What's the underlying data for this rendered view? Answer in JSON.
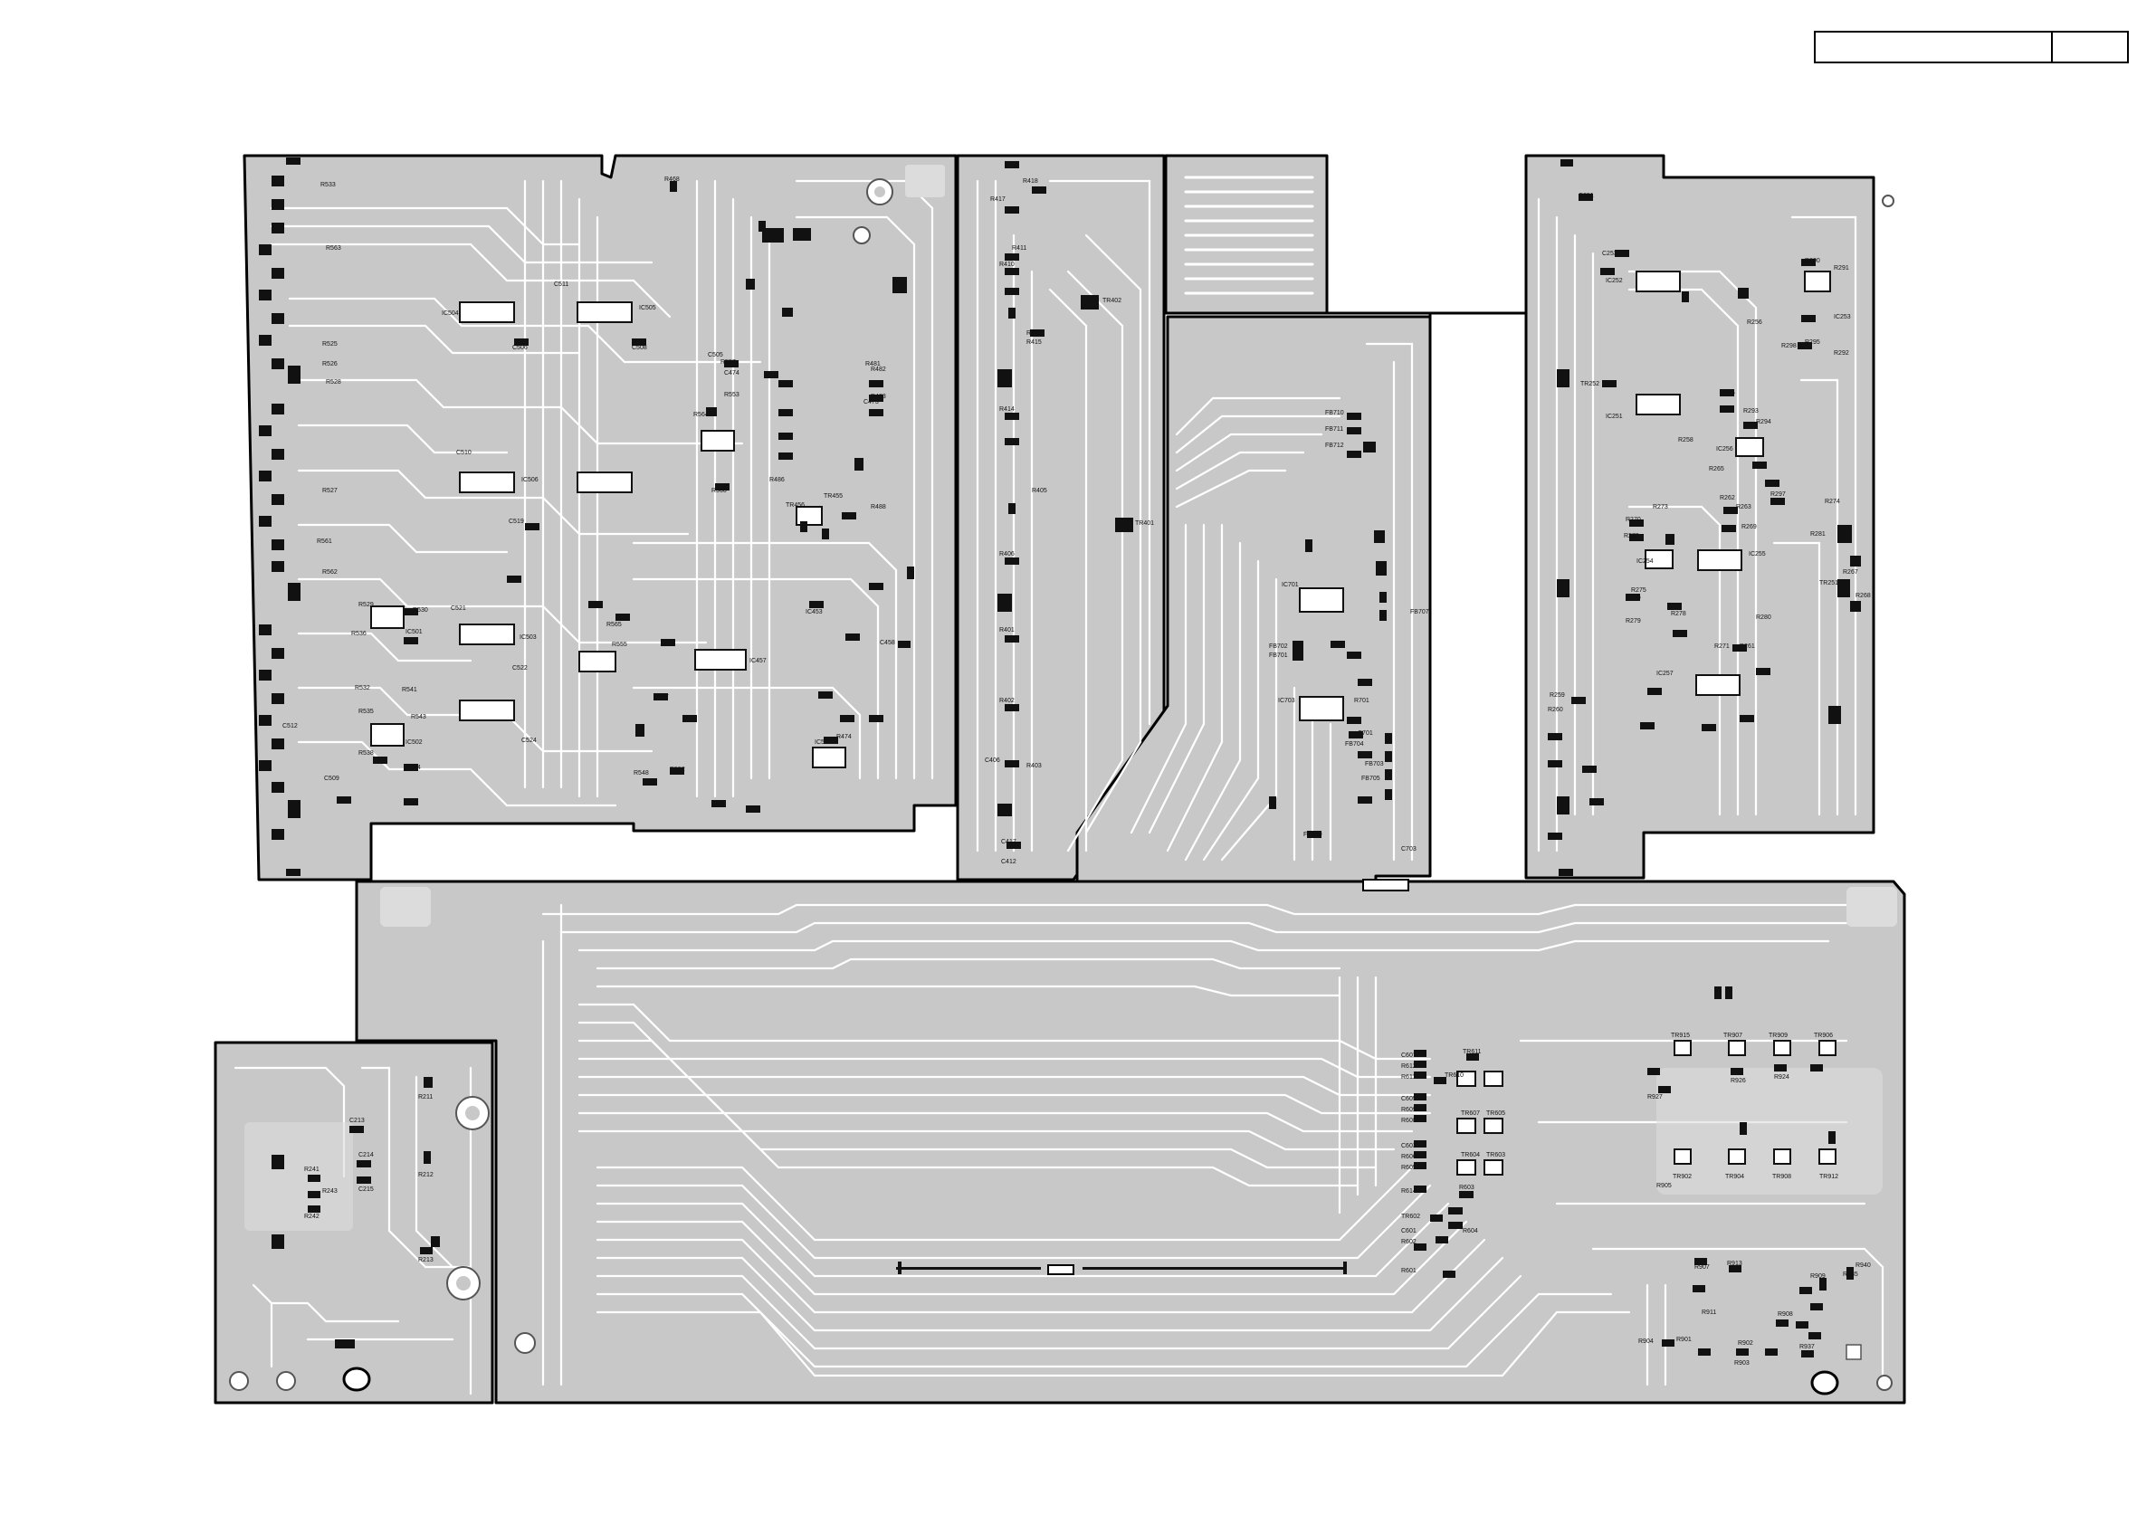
{
  "sheet": {
    "title_cell": "",
    "page_cell": ""
  },
  "colors": {
    "board": "#c8c8c8",
    "outline": "#000000",
    "trace": "#ffffff",
    "part": "#111111"
  },
  "modules": {
    "main_left": {
      "ic_labels": [
        "IC504",
        "IC505",
        "IC506",
        "IC501",
        "IC503",
        "IC502",
        "IC512",
        "IC457"
      ],
      "parts": [
        "R525",
        "R526",
        "R527",
        "R528",
        "R529",
        "R530",
        "R532",
        "R533",
        "R535",
        "R536",
        "R538",
        "R541",
        "R543",
        "R544",
        "R547",
        "R548",
        "R552",
        "R553",
        "R555",
        "R557",
        "R560",
        "R561",
        "R562",
        "R563",
        "R564",
        "R565",
        "C505",
        "C506",
        "C508",
        "C509",
        "C510",
        "C511",
        "C512",
        "C519",
        "C521",
        "C522",
        "C524",
        "R481",
        "R482",
        "R483",
        "R486",
        "R488",
        "R474",
        "R468",
        "TR455",
        "TR456",
        "C473",
        "C474",
        "C458",
        "IC453"
      ]
    },
    "mid_narrow": {
      "parts": [
        "R418",
        "R417",
        "R411",
        "R410",
        "R412",
        "R415",
        "TR402",
        "R414",
        "R405",
        "R406",
        "TR401",
        "R401",
        "R402",
        "R403",
        "C406",
        "C417",
        "C412"
      ]
    },
    "connector": {
      "parts": []
    },
    "display": {
      "ic_labels": [
        "IC701",
        "IC703"
      ],
      "parts": [
        "FB710",
        "FB711",
        "FB712",
        "FB702",
        "FB701",
        "FB707",
        "FB703",
        "FB704",
        "FB705",
        "FB709",
        "R701",
        "C701",
        "C703"
      ]
    },
    "right": {
      "ic_labels": [
        "IC252",
        "IC253",
        "IC251",
        "IC254",
        "IC255",
        "IC256",
        "IC257"
      ],
      "parts": [
        "C253",
        "R290",
        "R291",
        "R292",
        "R293",
        "R294",
        "R295",
        "R296",
        "R297",
        "R298",
        "R256",
        "R258",
        "R259",
        "R260",
        "R261",
        "R262",
        "R263",
        "R265",
        "R267",
        "R268",
        "R269",
        "R270",
        "R271",
        "R272",
        "R273",
        "R274",
        "R275",
        "R276",
        "R278",
        "R279",
        "R280",
        "R281",
        "TR251",
        "TR252",
        "C251",
        "C269"
      ]
    },
    "small_left": {
      "parts": [
        "R211",
        "C213",
        "C214",
        "C215",
        "R241",
        "R242",
        "R243",
        "R212",
        "R213"
      ]
    },
    "bottom_main": {
      "parts": [
        "C607",
        "R612",
        "R611",
        "TR611",
        "TR610",
        "C605",
        "R609",
        "R608",
        "TR607",
        "TR605",
        "C603",
        "R606",
        "R605",
        "TR604",
        "TR603",
        "R614",
        "R603",
        "R604",
        "TR602",
        "C601",
        "R602",
        "R601",
        "TR915",
        "TR907",
        "TR909",
        "TR906",
        "R927",
        "R926",
        "R924",
        "TR902",
        "TR904",
        "TR908",
        "TR912",
        "R907",
        "R911",
        "R913",
        "R905",
        "R904",
        "R901",
        "R902",
        "R903",
        "R909",
        "R908",
        "R937",
        "R935",
        "R940"
      ]
    }
  }
}
